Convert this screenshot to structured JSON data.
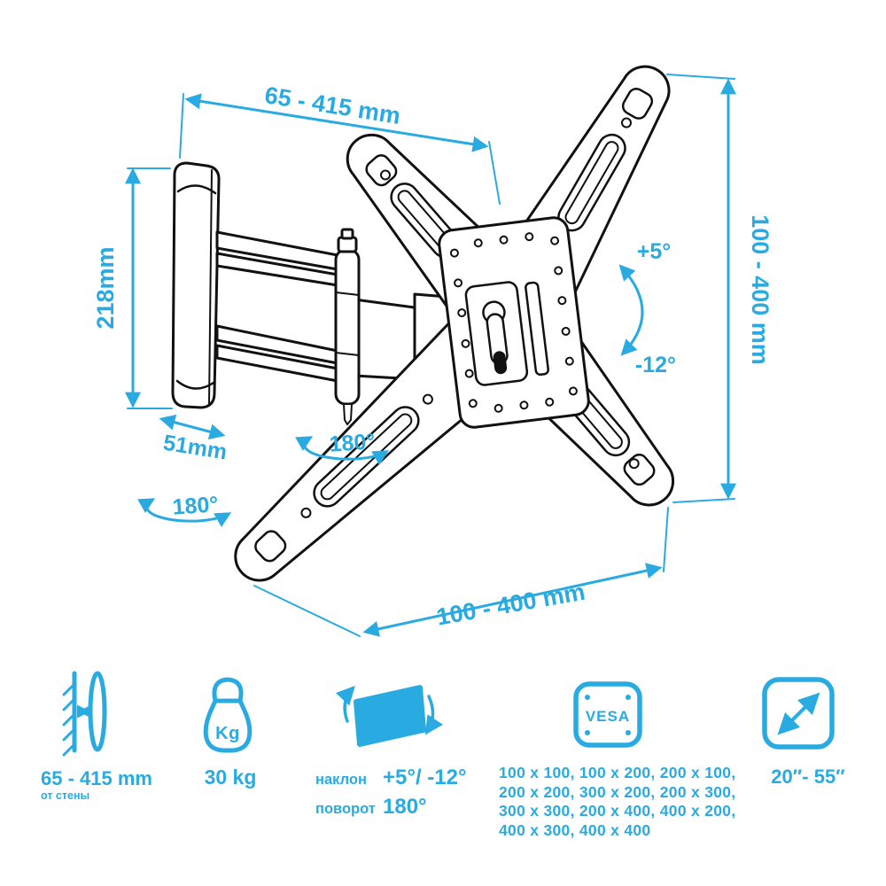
{
  "accent": "#29abe2",
  "ink": "#111111",
  "drawing": {
    "dim_top": "65 - 415 mm",
    "dim_left": "218mm",
    "dim_depth": "51mm",
    "swivel_arm": "180°",
    "swivel_base": "180°",
    "tilt_up": "+5°",
    "tilt_down": "-12°",
    "dim_right": "100 - 400 mm",
    "dim_bottom": "100 - 400 mm"
  },
  "specs": {
    "wall_distance": {
      "value": "65 - 415 mm",
      "note": "от стены"
    },
    "weight": {
      "icon_label": "Kg",
      "value": "30 kg"
    },
    "tilt": {
      "row1_label": "наклон",
      "row1_value": "+5°/ -12°",
      "row2_label": "поворот",
      "row2_value": "180°"
    },
    "vesa": {
      "label": "VESA",
      "sizes_lines": [
        "100 x 100, 100 x 200, 200 x 100,",
        "200 x 200, 300 x 200, 200 x 300,",
        "300 x 300, 200 x 400, 400 x 200,",
        "400 x 300, 400 x 400"
      ]
    },
    "diagonal": {
      "value": "20″- 55″"
    }
  }
}
